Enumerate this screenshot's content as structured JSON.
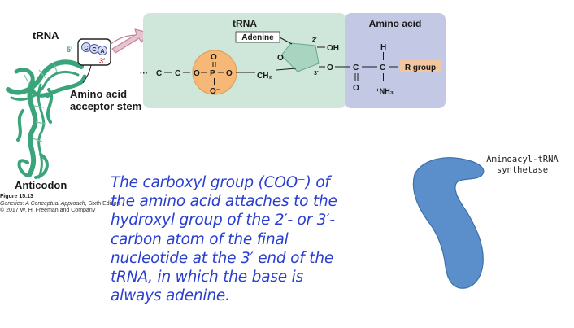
{
  "diagram": {
    "trna_label": "tRNA",
    "five_prime": "5′",
    "three_prime": "3′",
    "cca": [
      "C",
      "C",
      "A"
    ],
    "acceptor_label_line1": "Amino acid",
    "acceptor_label_line2": "acceptor stem",
    "anticodon_label": "Anticodon",
    "caption": {
      "figure": "Figure 15.13",
      "book": "Genetics: A Conceptual Approach",
      "edition": ", Sixth Edition",
      "copyright": "© 2017 W. H. Freeman and Company"
    },
    "panel_trna_title": "tRNA",
    "panel_aa_title": "Amino acid",
    "chem": {
      "dots": "···",
      "c": "C",
      "o": "O",
      "p": "P",
      "ominus": "O⁻",
      "ch2": "CH₂",
      "adenine": "Adenine",
      "pos2": "2′",
      "pos3": "3′",
      "oh": "OH",
      "h": "H",
      "r_group": "R group",
      "nh3": "⁺NH₃"
    },
    "colors": {
      "trna_green": "#3aa57a",
      "panel_trna": "#cfe6da",
      "panel_aa": "#c3c8e4",
      "phosphate": "#f5b877",
      "ribose": "#a9d5c0",
      "r_group": "#f2c7a0",
      "enzyme_blue": "#5b8fcb",
      "text_blue": "#2a3fd0",
      "arrow_pink": "#c9839a"
    }
  },
  "main_text": {
    "line1": "The carboxyl group (COO⁻) of",
    "line2": "the amino acid attaches to the",
    "line3": "hydroxyl group of the 2′- or 3′-",
    "line4": "carbon atom of the final",
    "line5": "nucleotide at the 3′ end of the",
    "line6": "tRNA, in which the base is",
    "line7": "always adenine."
  },
  "enzyme": {
    "label_line1": "Aminoacyl-tRNA",
    "label_line2": "synthetase"
  }
}
